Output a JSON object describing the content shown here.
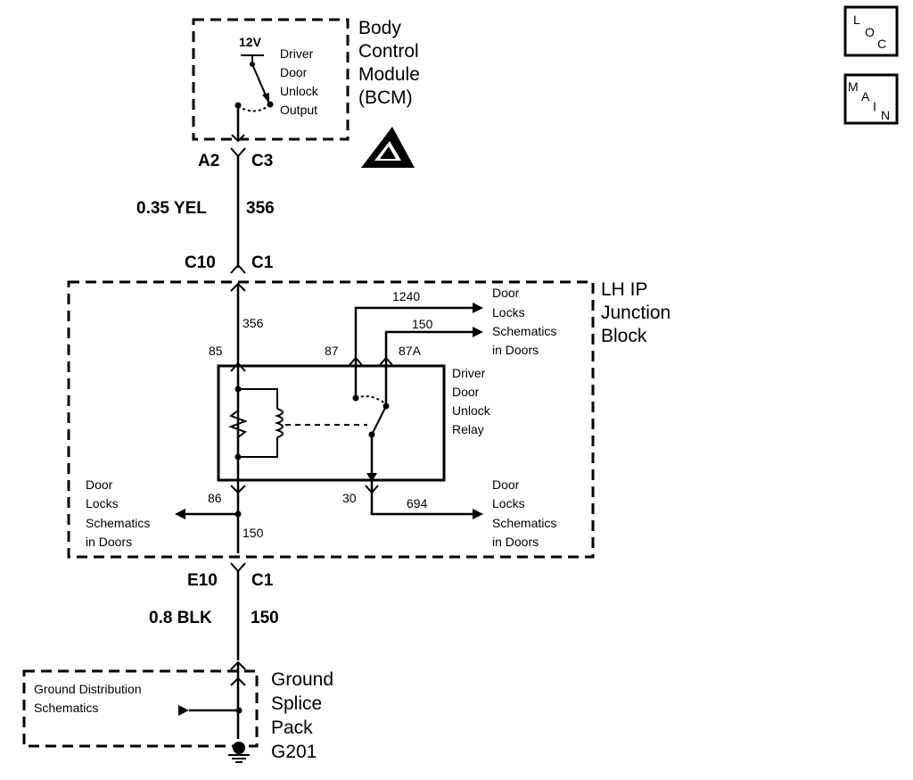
{
  "bcm": {
    "title_lines": [
      "Body",
      "Control",
      "Module",
      "(BCM)"
    ],
    "voltage": "12V",
    "output_lines": [
      "Driver",
      "Door",
      "Unlock",
      "Output"
    ]
  },
  "connector_top": {
    "left": "A2",
    "right": "C3"
  },
  "wire_top": {
    "gauge_color": "0.35 YEL",
    "circuit": "356"
  },
  "connector_jb_top": {
    "left": "C10",
    "right": "C1"
  },
  "junction_block": {
    "title_lines": [
      "LH IP",
      "Junction",
      "Block"
    ],
    "circuit_in": "356",
    "pin_85": "85",
    "pin_87": "87",
    "pin_87a": "87A",
    "pin_86": "86",
    "pin_30": "30",
    "circuit_1240": "1240",
    "circuit_150_top": "150",
    "circuit_150_bottom": "150",
    "circuit_694": "694",
    "relay_lines": [
      "Driver",
      "Door",
      "Unlock",
      "Relay"
    ],
    "ref_top_lines": [
      "Door",
      "Locks",
      "Schematics",
      "in Doors"
    ],
    "ref_left_lines": [
      "Door",
      "Locks",
      "Schematics",
      "in Doors"
    ],
    "ref_right_lines": [
      "Door",
      "Locks",
      "Schematics",
      "in Doors"
    ]
  },
  "connector_bottom": {
    "left": "E10",
    "right": "C1"
  },
  "wire_bottom": {
    "gauge_color": "0.8 BLK",
    "circuit": "150"
  },
  "ground": {
    "title_lines": [
      "Ground",
      "Splice",
      "Pack",
      "G201"
    ],
    "ref_lines": [
      "Ground Distribution",
      "Schematics"
    ]
  },
  "nav": {
    "loc": [
      "L",
      "O",
      "C"
    ],
    "main": [
      "M",
      "A",
      "I",
      "N"
    ]
  }
}
